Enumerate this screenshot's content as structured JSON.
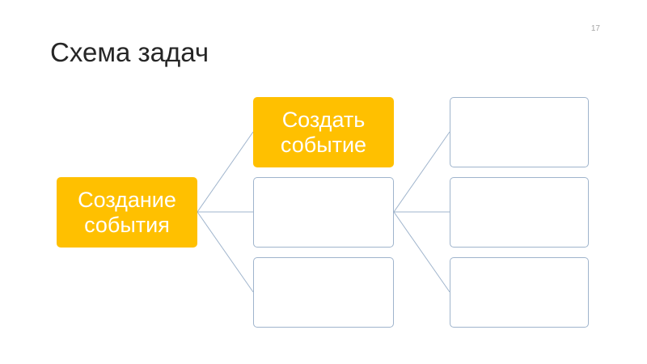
{
  "slide": {
    "number": "17",
    "title": "Схема задач"
  },
  "diagram": {
    "colors": {
      "highlight": "#ffc000",
      "highlight_text": "#ffffff",
      "connector": "#9fb4cc",
      "empty_border": "#9fb4cc"
    },
    "root": {
      "label": "Создание\nсобытия"
    },
    "level1": [
      {
        "label": "Создать\nсобытие",
        "highlighted": true
      },
      {
        "label": "",
        "highlighted": false
      },
      {
        "label": "",
        "highlighted": false
      }
    ],
    "level2": [
      {
        "label": ""
      },
      {
        "label": ""
      },
      {
        "label": ""
      }
    ]
  }
}
